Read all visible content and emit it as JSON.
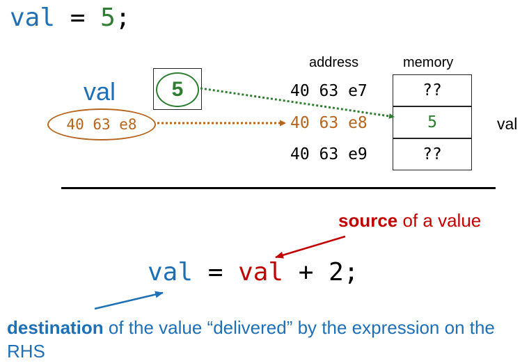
{
  "top_statement": {
    "var": "val",
    "equals": " = ",
    "value": "5",
    "semicolon": ";"
  },
  "variable": {
    "name": "val",
    "value": "5",
    "address": "40 63 e8"
  },
  "memory_table": {
    "address_header": "address",
    "memory_header": "memory",
    "rows": [
      {
        "address": "40 63 e7",
        "content": "??"
      },
      {
        "address": "40 63 e8",
        "content": "5"
      },
      {
        "address": "40 63 e9",
        "content": "??"
      }
    ],
    "row_label": "val"
  },
  "bottom_statement": {
    "lhs": "val",
    "equals": " = ",
    "rhs_var": "val",
    "rest": " + 2;"
  },
  "annotations": {
    "source_bold": "source",
    "source_rest": " of a value",
    "destination_bold": "destination",
    "destination_rest": " of the value “delivered” by the expression on the RHS"
  },
  "colors": {
    "blue": "#1f6fb5",
    "green": "#2e7d32",
    "orange": "#b5651d",
    "red": "#c00000"
  }
}
